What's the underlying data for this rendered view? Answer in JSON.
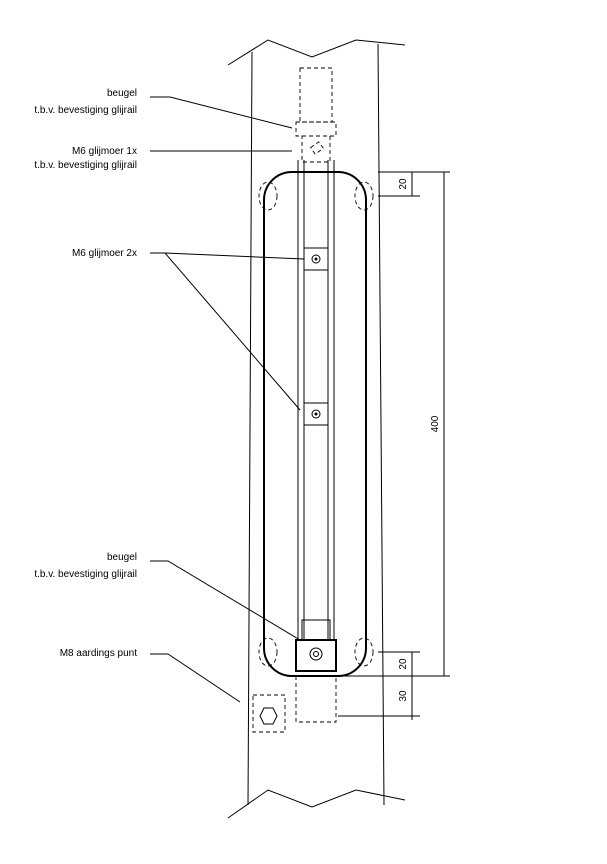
{
  "labels": {
    "beugel_top_1": "beugel",
    "beugel_top_2": "t.b.v. bevestiging glijrail",
    "glijmoer1_1": "M6 glijmoer 1x",
    "glijmoer1_2": "t.b.v. bevestiging glijrail",
    "glijmoer2": "M6 glijmoer 2x",
    "beugel_bottom_1": "beugel",
    "beugel_bottom_2": "t.b.v. bevestiging glijrail",
    "aarding": "M8 aardings punt"
  },
  "dimensions": {
    "top_offset": "20",
    "total_length": "400",
    "bottom_offset": "20",
    "bottom_extra": "30"
  }
}
